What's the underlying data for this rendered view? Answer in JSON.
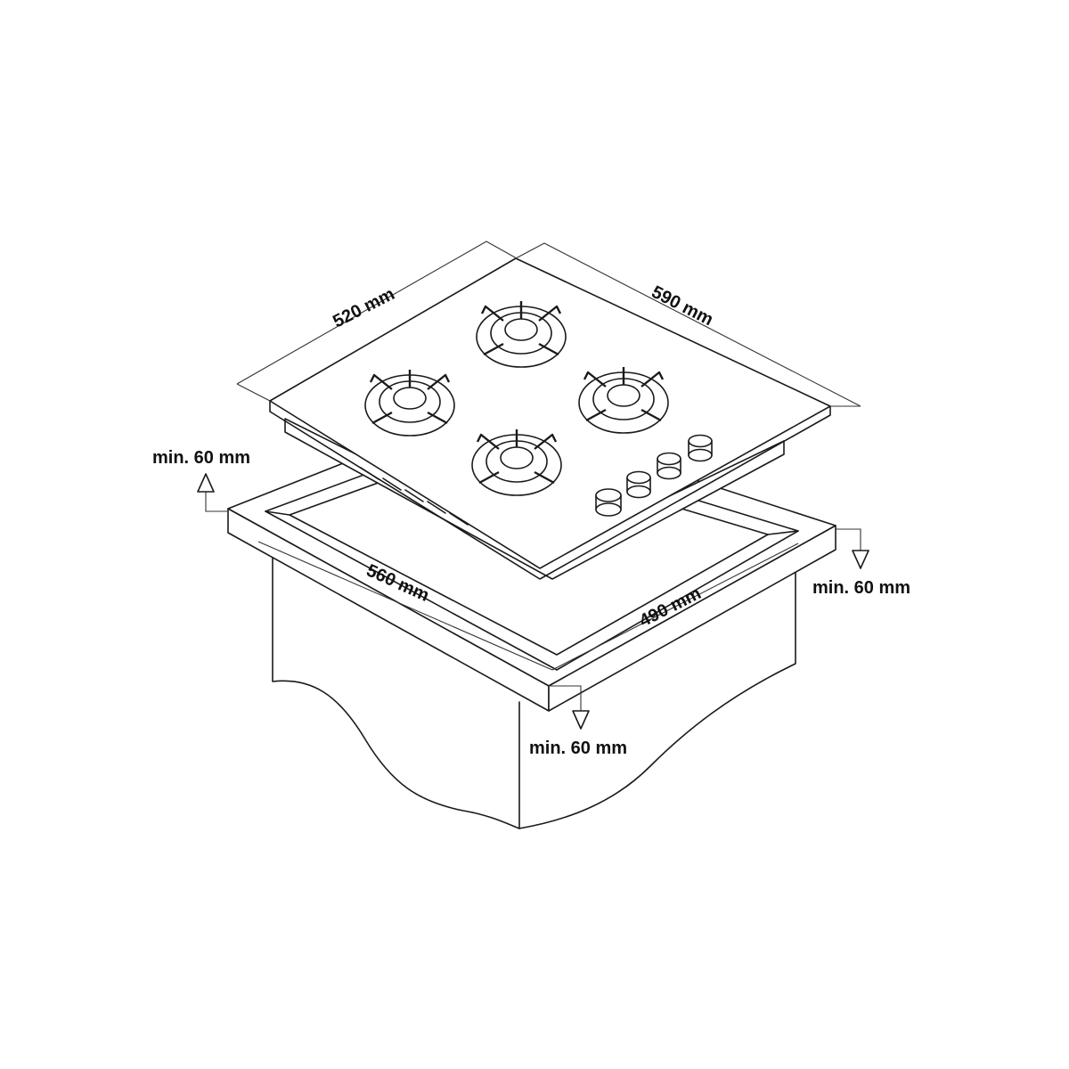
{
  "diagram": {
    "labels": {
      "top_left_width": "520 mm",
      "top_right_depth": "590 mm",
      "cutout_width": "560 mm",
      "cutout_depth": "490 mm",
      "clearance_back_left": "min. 60 mm",
      "clearance_right": "min. 60 mm",
      "clearance_front": "min. 60 mm"
    },
    "burner_count": 4,
    "knob_count": 4
  }
}
